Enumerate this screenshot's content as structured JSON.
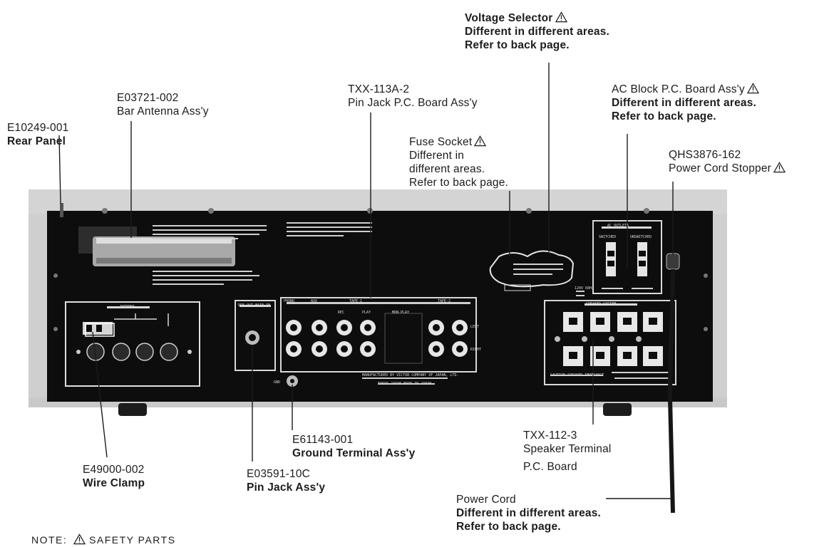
{
  "labels": {
    "rear_panel": {
      "part": "E10249-001",
      "name": "Rear Panel"
    },
    "bar_antenna": {
      "part": "E03721-002",
      "name": "Bar Antenna Ass'y"
    },
    "pin_jack_board": {
      "part": "TXX-113A-2",
      "name": "Pin Jack P.C. Board Ass'y"
    },
    "voltage_selector": {
      "name": "Voltage Selector",
      "note1": "Different in different areas.",
      "note2": "Refer to back page."
    },
    "fuse_socket": {
      "name": "Fuse Socket",
      "note1": "Different in",
      "note2": "different areas.",
      "note3": "Refer to back page."
    },
    "ac_block": {
      "name": "AC Block P.C. Board Ass'y",
      "note1": "Different in different areas.",
      "note2": "Refer to back page."
    },
    "cord_stopper": {
      "part": "QHS3876-162",
      "name": "Power Cord Stopper"
    },
    "wire_clamp": {
      "part": "E49000-002",
      "name": "Wire Clamp"
    },
    "pin_jack": {
      "part": "E03591-10C",
      "name": "Pin Jack Ass'y"
    },
    "ground_terminal": {
      "part": "E61143-001",
      "name": "Ground Terminal Ass'y"
    },
    "speaker_board": {
      "part": "TXX-112-3",
      "name1": "Speaker Terminal",
      "name2": "P.C. Board"
    },
    "power_cord": {
      "name": "Power Cord",
      "note1": "Different in different areas.",
      "note2": "Refer to back page."
    }
  },
  "note": {
    "prefix": "NOTE:",
    "text": "SAFETY PARTS"
  },
  "panel_text": {
    "antenna": "ANTENNA",
    "phono": "PHONO",
    "aux": "AUX",
    "tape1": "TAPE-1",
    "tape2": "TAPE-2",
    "rec": "REC",
    "play": "PLAY",
    "mon_play": "MON-PLAY",
    "left": "LEFT",
    "right": "RIGHT",
    "gnd": "GND",
    "pre_out": "PRE OUT MAIN IN",
    "ac_outlets": "AC OUTLETS",
    "switched": "SWITCHED",
    "unswitched": "UNSWITCHED",
    "speaker_system": "SPEAKER SYSTEM",
    "caution_speaker": "CAUTION SPEAKER IMPEDANCE",
    "manufactured": "MANUFACTURED BY VICTOR COMPANY OF JAPAN, LTD.",
    "made_in": "TOKYO JAPAN  MADE IN JAPAN",
    "voltage": "120V 60Hz"
  },
  "colors": {
    "ink": "#1c1c1c",
    "panel": "#0d0d0d",
    "chassis": "#d9d9d9",
    "silver": "#bdbdbd"
  }
}
